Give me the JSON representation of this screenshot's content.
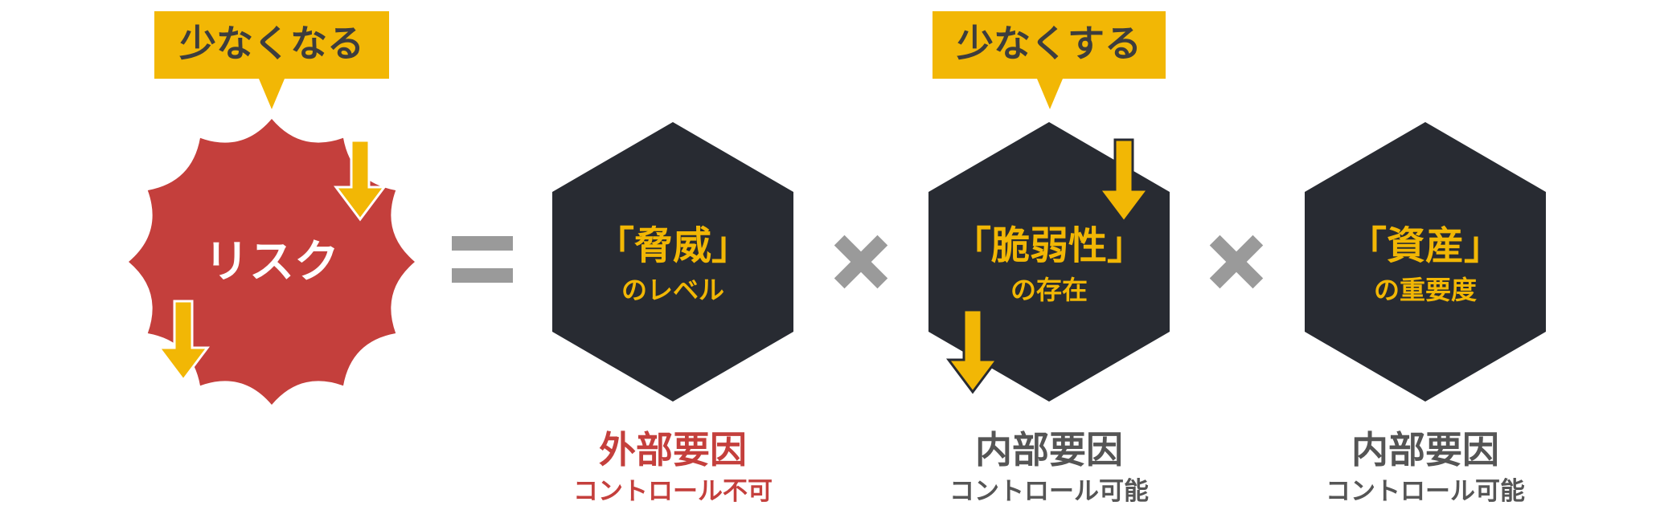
{
  "colors": {
    "background": "#ffffff",
    "callout": "#f2b705",
    "callout_text": "#3d3d3d",
    "risk_burst": "#c43f3c",
    "hexagon": "#282b32",
    "hexagon_text": "#f2b705",
    "operator": "#9a9a9a",
    "arrow": "#f2b705",
    "external_text": "#c43f3c",
    "internal_text": "#555555"
  },
  "callouts": [
    {
      "text": "少なくなる"
    },
    {
      "text": "少なくする"
    }
  ],
  "risk": {
    "label": "リスク",
    "icon": "down-arrow-icon"
  },
  "operators": {
    "equals": "=",
    "multiply": "×"
  },
  "factors": [
    {
      "title": "「脅威」",
      "subtitle": "のレベル",
      "category": "外部要因",
      "control": "コントロール不可",
      "category_color": "#c43f3c"
    },
    {
      "title": "「脆弱性」",
      "subtitle": "の存在",
      "category": "内部要因",
      "control": "コントロール可能",
      "category_color": "#555555"
    },
    {
      "title": "「資産」",
      "subtitle": "の重要度",
      "category": "内部要因",
      "control": "コントロール可能",
      "category_color": "#555555"
    }
  ]
}
